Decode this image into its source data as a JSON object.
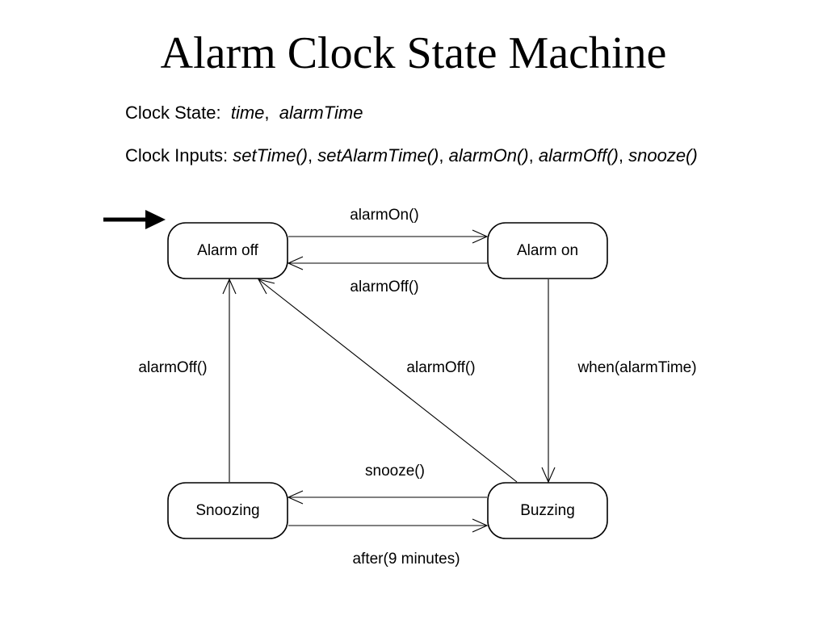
{
  "title": "Alarm Clock State Machine",
  "clock_state": {
    "label": "Clock State:",
    "items": [
      "time",
      "alarmTime"
    ]
  },
  "clock_inputs": {
    "label": "Clock Inputs:",
    "items": [
      "setTime()",
      "setAlarmTime()",
      "alarmOn()",
      "alarmOff()",
      "snooze()"
    ]
  },
  "states": {
    "alarm_off": "Alarm off",
    "alarm_on": "Alarm on",
    "snoozing": "Snoozing",
    "buzzing": "Buzzing"
  },
  "transitions": {
    "off_to_on": "alarmOn()",
    "on_to_off": "alarmOff()",
    "snoozing_to_off": "alarmOff()",
    "buzzing_to_off": "alarmOff()",
    "on_to_buzzing": "when(alarmTime)",
    "buzzing_to_snoozing": "snooze()",
    "snoozing_to_buzzing": "after(9 minutes)"
  }
}
